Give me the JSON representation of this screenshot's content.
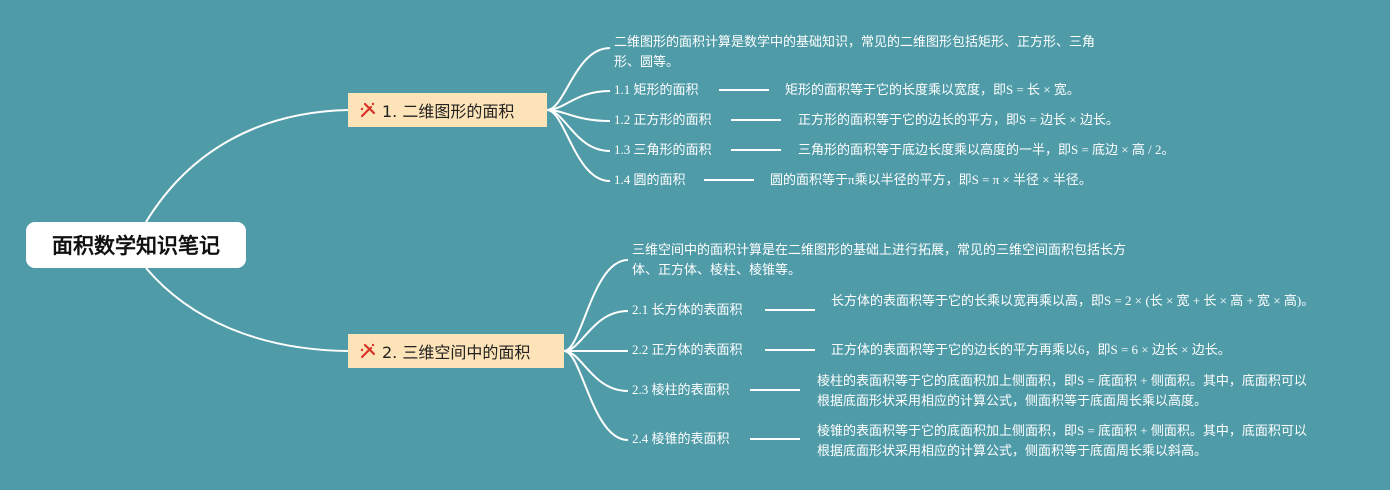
{
  "root": {
    "title": "面积数学知识笔记"
  },
  "branches": [
    {
      "label": "1. 二维图形的面积",
      "icon": "hammer-pick-icon",
      "intro": "二维图形的面积计算是数学中的基础知识，常见的二维图形包括矩形、正方形、三角形、圆等。",
      "items": [
        {
          "label": "1.1 矩形的面积",
          "detail": "矩形的面积等于它的长度乘以宽度，即S = 长 × 宽。"
        },
        {
          "label": "1.2 正方形的面积",
          "detail": "正方形的面积等于它的边长的平方，即S = 边长 × 边长。"
        },
        {
          "label": "1.3 三角形的面积",
          "detail": "三角形的面积等于底边长度乘以高度的一半，即S = 底边 × 高 / 2。"
        },
        {
          "label": "1.4 圆的面积",
          "detail": "圆的面积等于π乘以半径的平方，即S = π × 半径 × 半径。"
        }
      ]
    },
    {
      "label": "2. 三维空间中的面积",
      "icon": "hammer-pick-icon",
      "intro": "三维空间中的面积计算是在二维图形的基础上进行拓展，常见的三维空间面积包括长方体、正方体、棱柱、棱锥等。",
      "items": [
        {
          "label": "2.1 长方体的表面积",
          "detail": "长方体的表面积等于它的长乘以宽再乘以高，即S = 2 × (长 × 宽 + 长 × 高 + 宽 × 高)。"
        },
        {
          "label": "2.2 正方体的表面积",
          "detail": "正方体的表面积等于它的边长的平方再乘以6，即S = 6 × 边长 × 边长。"
        },
        {
          "label": "2.3 棱柱的表面积",
          "detail": "棱柱的表面积等于它的底面积加上侧面积，即S = 底面积 + 侧面积。其中，底面积可以根据底面形状采用相应的计算公式，侧面积等于底面周长乘以高度。"
        },
        {
          "label": "2.4 棱锥的表面积",
          "detail": "棱锥的表面积等于它的底面积加上侧面积，即S = 底面积 + 侧面积。其中，底面积可以根据底面形状采用相应的计算公式，侧面积等于底面周长乘以斜高。"
        }
      ]
    }
  ],
  "colors": {
    "background": "#4f9ba8",
    "branch_fill": "#fde3b8",
    "line": "#ffffff",
    "icon": "#d9342b"
  }
}
